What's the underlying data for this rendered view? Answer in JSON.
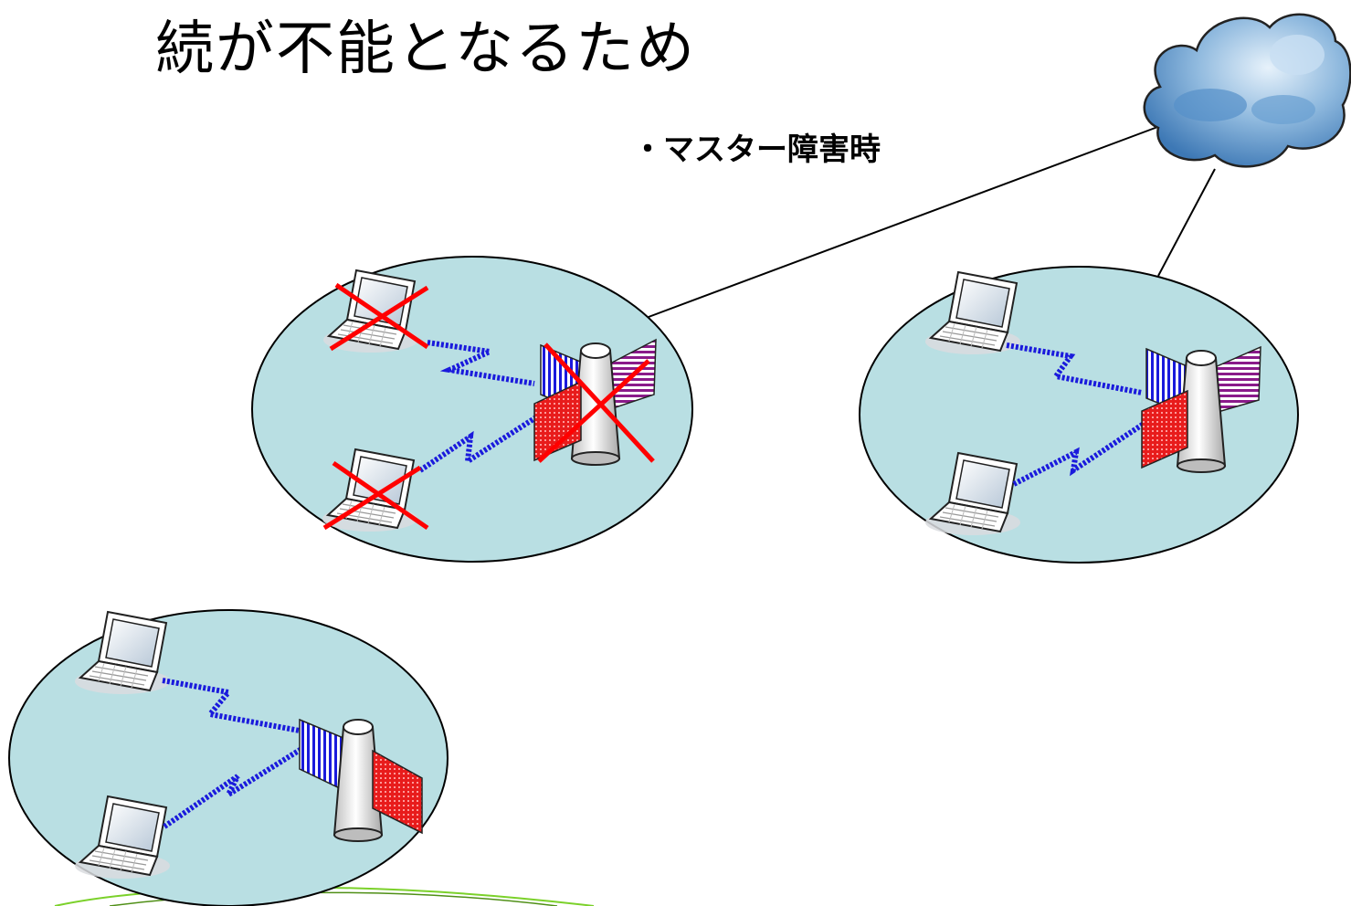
{
  "slide": {
    "title": "続が不能となるため",
    "subtitle": "・マスター障害時"
  },
  "colors": {
    "cell_fill": "#b9dfe3",
    "link_line": "#000000",
    "failure_mark": "#ff0000",
    "antenna_blue": "#1a1adc",
    "antenna_purple": "#8a1a8a",
    "antenna_red": "#e81c1c",
    "cloud_blue": "#4a87c2",
    "green_arc": "#7bd12a"
  },
  "diagram": {
    "cells": [
      {
        "id": "failed-cell",
        "state": "failed",
        "laptops": 2,
        "access_point": "failed"
      },
      {
        "id": "right-cell",
        "state": "normal",
        "laptops": 2,
        "access_point": "normal"
      },
      {
        "id": "bottom-left-cell",
        "state": "normal",
        "laptops": 2,
        "access_point": "normal"
      }
    ],
    "network": {
      "icon": "cloud-icon"
    }
  }
}
